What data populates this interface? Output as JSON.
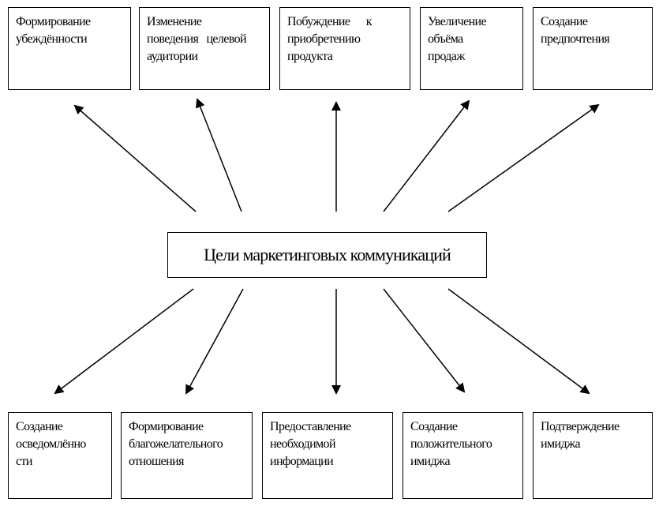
{
  "center": {
    "label": "Цели маркетинговых коммуникаций"
  },
  "top_boxes": [
    {
      "lines": [
        "Формирование",
        "убеждённости"
      ]
    },
    {
      "lines": [
        "Изменение",
        "поведения   целевой",
        "аудитории"
      ]
    },
    {
      "lines": [
        "Побуждение      к",
        "приобретению",
        "продукта"
      ]
    },
    {
      "lines": [
        "Увеличение",
        "объёма",
        "продаж"
      ]
    },
    {
      "lines": [
        "Создание",
        "предпочтения"
      ]
    }
  ],
  "bottom_boxes": [
    {
      "lines": [
        "Создание",
        "осведомлённо",
        "сти"
      ]
    },
    {
      "lines": [
        "Формирование",
        "благожелательного",
        "отношения"
      ]
    },
    {
      "lines": [
        "Предоставление",
        "необходимой",
        "информации"
      ]
    },
    {
      "lines": [
        "Создание",
        "положительного",
        "имиджа"
      ]
    },
    {
      "lines": [
        "Подтверждение",
        "имиджа"
      ]
    }
  ]
}
